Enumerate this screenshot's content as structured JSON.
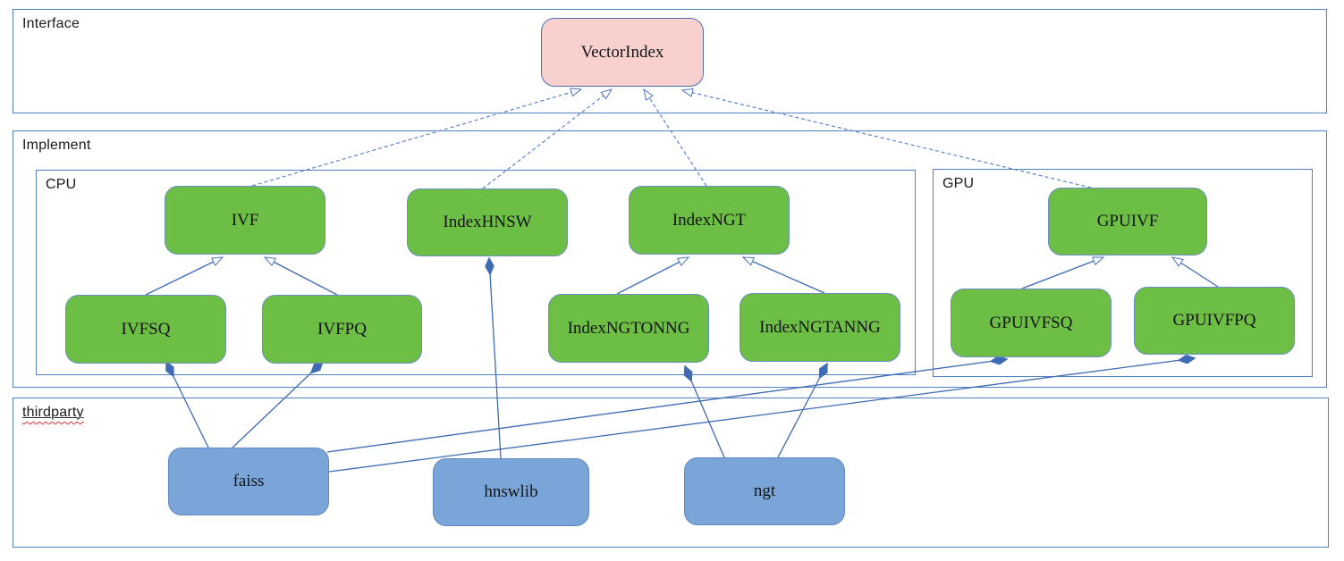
{
  "containers": {
    "interface": {
      "label": "Interface"
    },
    "implement": {
      "label": "Implement"
    },
    "cpu": {
      "label": "CPU"
    },
    "gpu": {
      "label": "GPU"
    },
    "thirdparty": {
      "label": "thirdparty"
    }
  },
  "nodes": {
    "vectorindex": {
      "label": "VectorIndex",
      "kind": "interface"
    },
    "ivf": {
      "label": "IVF",
      "kind": "implementation-cpu"
    },
    "indexhnsw": {
      "label": "IndexHNSW",
      "kind": "implementation-cpu"
    },
    "indexngt": {
      "label": "IndexNGT",
      "kind": "implementation-cpu"
    },
    "gpuivf": {
      "label": "GPUIVF",
      "kind": "implementation-gpu"
    },
    "ivfsq": {
      "label": "IVFSQ",
      "kind": "implementation-cpu"
    },
    "ivfpq": {
      "label": "IVFPQ",
      "kind": "implementation-cpu"
    },
    "indexngtonng": {
      "label": "IndexNGTONNG",
      "kind": "implementation-cpu"
    },
    "indexngtanng": {
      "label": "IndexNGTANNG",
      "kind": "implementation-cpu"
    },
    "gpuivfsq": {
      "label": "GPUIVFSQ",
      "kind": "implementation-gpu"
    },
    "gpuivfpq": {
      "label": "GPUIVFPQ",
      "kind": "implementation-gpu"
    },
    "faiss": {
      "label": "faiss",
      "kind": "thirdparty-lib"
    },
    "hnswlib": {
      "label": "hnswlib",
      "kind": "thirdparty-lib"
    },
    "ngt": {
      "label": "ngt",
      "kind": "thirdparty-lib"
    }
  },
  "relationships": [
    {
      "from": "IVF",
      "to": "VectorIndex",
      "type": "realization"
    },
    {
      "from": "IndexHNSW",
      "to": "VectorIndex",
      "type": "realization"
    },
    {
      "from": "IndexNGT",
      "to": "VectorIndex",
      "type": "realization"
    },
    {
      "from": "GPUIVF",
      "to": "VectorIndex",
      "type": "realization"
    },
    {
      "from": "IVFSQ",
      "to": "IVF",
      "type": "inheritance"
    },
    {
      "from": "IVFPQ",
      "to": "IVF",
      "type": "inheritance"
    },
    {
      "from": "IndexNGTONNG",
      "to": "IndexNGT",
      "type": "inheritance"
    },
    {
      "from": "IndexNGTANNG",
      "to": "IndexNGT",
      "type": "inheritance"
    },
    {
      "from": "GPUIVFSQ",
      "to": "GPUIVF",
      "type": "inheritance"
    },
    {
      "from": "GPUIVFPQ",
      "to": "GPUIVF",
      "type": "inheritance"
    },
    {
      "from": "faiss",
      "to": "IVFSQ",
      "type": "composition"
    },
    {
      "from": "faiss",
      "to": "IVFPQ",
      "type": "composition"
    },
    {
      "from": "faiss",
      "to": "GPUIVFSQ",
      "type": "composition"
    },
    {
      "from": "faiss",
      "to": "GPUIVFPQ",
      "type": "composition"
    },
    {
      "from": "hnswlib",
      "to": "IndexHNSW",
      "type": "composition"
    },
    {
      "from": "ngt",
      "to": "IndexNGTONNG",
      "type": "composition"
    },
    {
      "from": "ngt",
      "to": "IndexNGTANNG",
      "type": "composition"
    }
  ],
  "colors": {
    "interface_fill": "#f8d1cf",
    "implementation_fill": "#6cbe45",
    "thirdparty_fill": "#7aa5d8",
    "container_border": "#5580c0",
    "edge_solid": "#3e6bb4",
    "edge_dashed": "#5b82c8",
    "spellcheck_underline": "#e03030"
  }
}
